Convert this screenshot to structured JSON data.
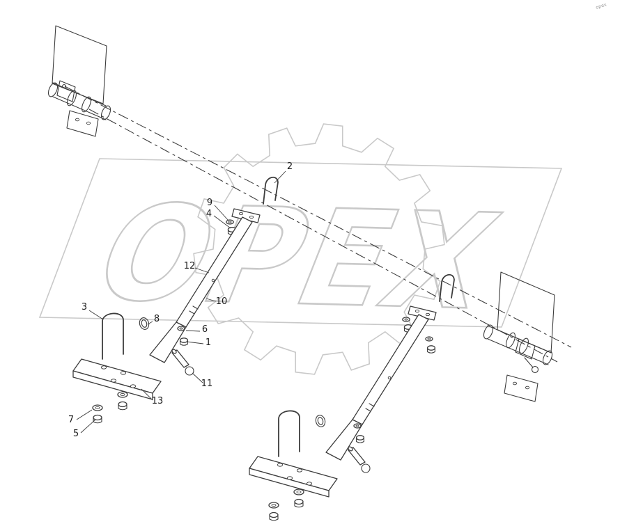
{
  "colors": {
    "line": "#3c3c3c",
    "watermark": "#c9c9c9"
  },
  "watermark": {
    "text": "OPEX",
    "corner_text": "opex"
  },
  "callouts": {
    "c1": "1",
    "c2": "2",
    "c3": "3",
    "c4": "4",
    "c5": "5",
    "c6": "6",
    "c7": "7",
    "c8": "8",
    "c9": "9",
    "c10": "10",
    "c11": "11",
    "c12": "12",
    "c13": "13"
  }
}
